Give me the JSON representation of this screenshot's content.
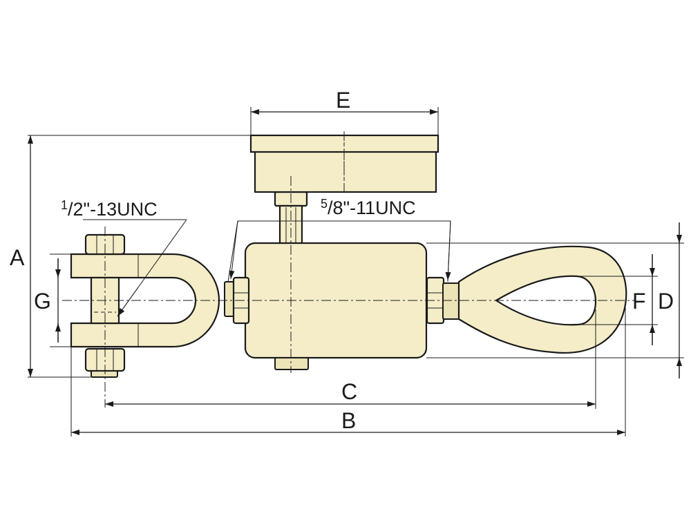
{
  "colors": {
    "part_fill": "#f4edc8",
    "line": "#1a1a1a",
    "background": "#ffffff"
  },
  "labels": {
    "A": "A",
    "B": "B",
    "C": "C",
    "D": "D",
    "E": "E",
    "F": "F",
    "G": "G"
  },
  "threads": {
    "clevis_thread": {
      "numerator": "1",
      "rest": "/2\"-13UNC"
    },
    "body_thread": {
      "numerator": "5",
      "rest": "/8\"-11UNC"
    }
  }
}
